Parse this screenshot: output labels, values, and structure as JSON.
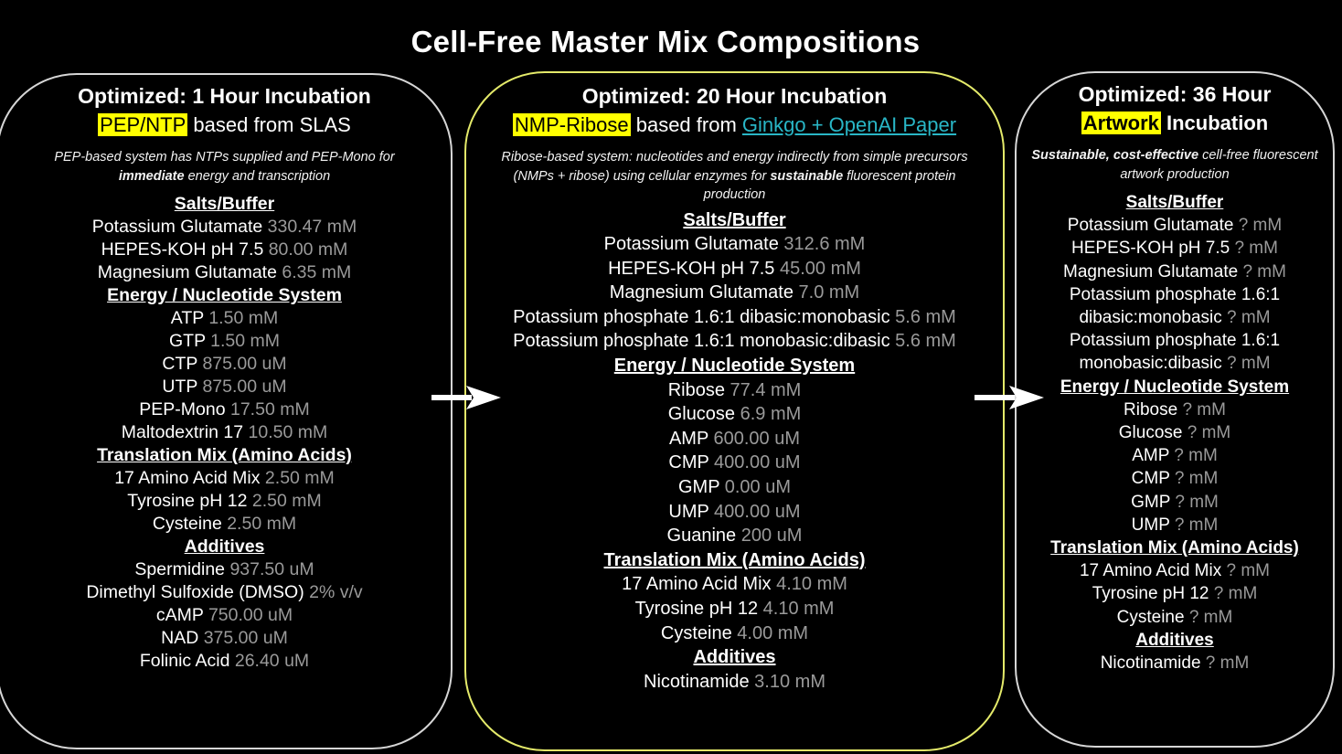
{
  "title": "Cell-Free Master Mix Compositions",
  "panels": [
    {
      "heading": "Optimized: 1 Hour Incubation",
      "sub_highlight": "PEP/NTP",
      "sub_text": " based from SLAS",
      "sub_link": "",
      "desc_parts": [
        {
          "text": "PEP-based system has NTPs supplied and PEP-Mono for ",
          "bold": false
        },
        {
          "text": "immediate",
          "bold": true
        },
        {
          "text": " energy and transcription",
          "bold": false
        }
      ],
      "rows": [
        {
          "section": "Salts/Buffer"
        },
        {
          "name": "Potassium Glutamate",
          "amount": "330.47 mM"
        },
        {
          "name": "HEPES-KOH pH 7.5",
          "amount": "80.00 mM"
        },
        {
          "name": "Magnesium Glutamate",
          "amount": "6.35 mM"
        },
        {
          "section": "Energy / Nucleotide System"
        },
        {
          "name": "ATP",
          "amount": "1.50 mM"
        },
        {
          "name": "GTP",
          "amount": "1.50 mM"
        },
        {
          "name": "CTP",
          "amount": "875.00 uM"
        },
        {
          "name": "UTP",
          "amount": "875.00 uM"
        },
        {
          "name": "PEP-Mono",
          "amount": "17.50 mM"
        },
        {
          "name": "Maltodextrin 17",
          "amount": "10.50 mM"
        },
        {
          "section": "Translation Mix (Amino Acids)"
        },
        {
          "name": "17 Amino Acid Mix",
          "amount": "2.50 mM"
        },
        {
          "name": "Tyrosine pH 12",
          "amount": "2.50 mM"
        },
        {
          "name": "Cysteine",
          "amount": "2.50 mM"
        },
        {
          "section": "Additives"
        },
        {
          "name": "Spermidine",
          "amount": "937.50 uM"
        },
        {
          "name": "Dimethyl Sulfoxide (DMSO)",
          "amount": "2% v/v"
        },
        {
          "name": "cAMP",
          "amount": "750.00 uM"
        },
        {
          "name": "NAD",
          "amount": "375.00 uM"
        },
        {
          "name": "Folinic Acid",
          "amount": "26.40 uM"
        }
      ]
    },
    {
      "heading": "Optimized: 20 Hour Incubation",
      "sub_highlight": "NMP-Ribose",
      "sub_text": " based from ",
      "sub_link": "Ginkgo + OpenAI Paper",
      "desc_parts": [
        {
          "text": "Ribose-based system: nucleotides and energy indirectly from simple precursors (NMPs + ribose) using cellular enzymes for ",
          "bold": false
        },
        {
          "text": "sustainable",
          "bold": true
        },
        {
          "text": " fluorescent protein production",
          "bold": false
        }
      ],
      "rows": [
        {
          "section": "Salts/Buffer"
        },
        {
          "name": "Potassium Glutamate",
          "amount": "312.6 mM"
        },
        {
          "name": "HEPES-KOH pH 7.5",
          "amount": "45.00 mM"
        },
        {
          "name": "Magnesium Glutamate",
          "amount": "7.0 mM"
        },
        {
          "name": "Potassium phosphate 1.6:1 dibasic:monobasic",
          "amount": "5.6 mM"
        },
        {
          "name": "Potassium phosphate 1.6:1 monobasic:dibasic",
          "amount": "5.6 mM"
        },
        {
          "section": "Energy / Nucleotide System"
        },
        {
          "name": "Ribose",
          "amount": "77.4 mM"
        },
        {
          "name": "Glucose",
          "amount": "6.9 mM"
        },
        {
          "name": "AMP",
          "amount": "600.00 uM"
        },
        {
          "name": "CMP",
          "amount": "400.00 uM"
        },
        {
          "name": "GMP",
          "amount": "0.00 uM"
        },
        {
          "name": "UMP",
          "amount": "400.00 uM"
        },
        {
          "name": "Guanine",
          "amount": "200 uM"
        },
        {
          "section": "Translation Mix (Amino Acids)"
        },
        {
          "name": "17 Amino Acid Mix",
          "amount": "4.10 mM"
        },
        {
          "name": "Tyrosine pH 12",
          "amount": "4.10 mM"
        },
        {
          "name": "Cysteine",
          "amount": "4.00 mM"
        },
        {
          "section": "Additives"
        },
        {
          "name": "Nicotinamide",
          "amount": "3.10 mM"
        }
      ]
    },
    {
      "heading": "Optimized: 36 Hour",
      "sub_highlight": "Artwork",
      "sub_text": " Incubation",
      "sub_link": "",
      "sub_bold": true,
      "desc_parts": [
        {
          "text": "Sustainable, cost-effective",
          "bold": true
        },
        {
          "text": " cell-free fluorescent artwork production",
          "bold": false
        }
      ],
      "rows": [
        {
          "section": "Salts/Buffer"
        },
        {
          "name": "Potassium Glutamate",
          "amount": "? mM"
        },
        {
          "name": "HEPES-KOH pH 7.5",
          "amount": "? mM"
        },
        {
          "name": "Magnesium Glutamate",
          "amount": "? mM"
        },
        {
          "name": "Potassium phosphate 1.6:1",
          "amount": ""
        },
        {
          "name": "dibasic:monobasic",
          "amount": "? mM"
        },
        {
          "name": "Potassium phosphate 1.6:1",
          "amount": ""
        },
        {
          "name": "monobasic:dibasic",
          "amount": "? mM"
        },
        {
          "section": "Energy / Nucleotide System"
        },
        {
          "name": "Ribose",
          "amount": "? mM"
        },
        {
          "name": "Glucose",
          "amount": "? mM"
        },
        {
          "name": "AMP",
          "amount": "? mM"
        },
        {
          "name": "CMP",
          "amount": "? mM"
        },
        {
          "name": "GMP",
          "amount": "? mM"
        },
        {
          "name": "UMP",
          "amount": "? mM"
        },
        {
          "section": "Translation Mix (Amino Acids)"
        },
        {
          "name": "17 Amino Acid Mix",
          "amount": "? mM"
        },
        {
          "name": "Tyrosine pH 12",
          "amount": "? mM"
        },
        {
          "name": "Cysteine",
          "amount": "? mM"
        },
        {
          "section": "Additives"
        },
        {
          "name": "Nicotinamide",
          "amount": "? mM"
        }
      ]
    }
  ],
  "arrows": [
    {
      "icon": "right-arrow-icon"
    },
    {
      "icon": "right-arrow-icon"
    }
  ],
  "colors": {
    "background": "#000000",
    "highlight": "#ffff00",
    "panel_border": "#d6d6d6",
    "middle_border": "#e4ea6a",
    "link": "#29b6c6",
    "amount": "#9a9a9a"
  }
}
